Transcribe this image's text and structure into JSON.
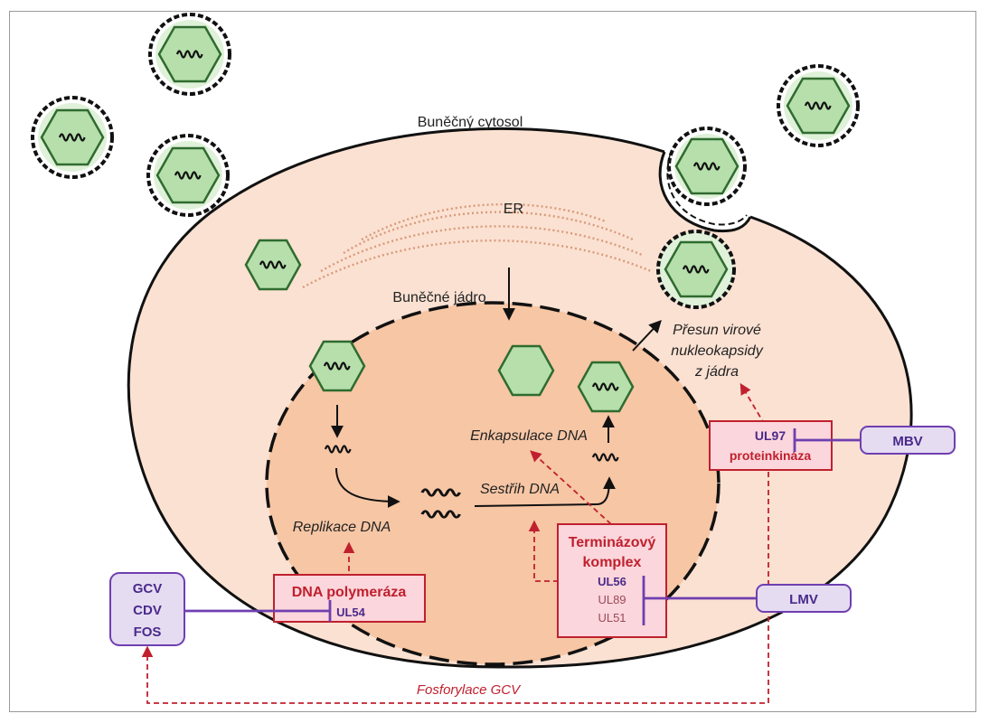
{
  "labels": {
    "cytosol": "Buněčný cytosol",
    "er": "ER",
    "nucleus": "Buněčné jádro",
    "replication": "Replikace DNA",
    "splicing": "Sestřih DNA",
    "encapsulation": "Enkapsulace DNA",
    "transport_1": "Přesun virové",
    "transport_2": "nukleokapsidy",
    "transport_3": "z jádra",
    "phosphorylation": "Fosforylace GCV"
  },
  "boxes": {
    "dna_polymerase": {
      "title": "DNA polymeráza",
      "gene": "UL54"
    },
    "terminase": {
      "title_1": "Terminázový",
      "title_2": "komplex",
      "genes": [
        "UL56",
        "UL89",
        "UL51"
      ]
    },
    "kinase": {
      "gene": "UL97",
      "title": "proteinkináza"
    }
  },
  "drugs": {
    "left": [
      "GCV",
      "CDV",
      "FOS"
    ],
    "mbv": "MBV",
    "lmv": "LMV"
  },
  "colors": {
    "cell": "#fbe1d2",
    "nucleus": "#f6c6a5",
    "capsid": "#b6dfab",
    "capsid_stroke": "#2f6b2f",
    "red": "#c0202e",
    "box_fill": "#fbd6dc",
    "drug_fill": "#e5dcf2",
    "purple": "#6f3fb0"
  }
}
